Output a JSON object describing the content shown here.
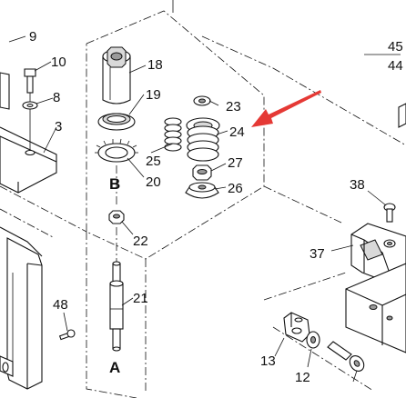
{
  "labels": {
    "p9": "9",
    "p10": "10",
    "p8": "8",
    "p3": "3",
    "p18": "18",
    "p19": "19",
    "p25": "25",
    "p20": "20",
    "pB": "B",
    "p23": "23",
    "p24": "24",
    "p27": "27",
    "p26": "26",
    "p22": "22",
    "p21": "21",
    "pA": "A",
    "p48": "48",
    "p45": "45",
    "p44": "44",
    "p38": "38",
    "p37": "37",
    "p13": "13",
    "p12": "12"
  },
  "colors": {
    "arrow": "#e53935",
    "line": "#111111",
    "background": "#ffffff"
  }
}
